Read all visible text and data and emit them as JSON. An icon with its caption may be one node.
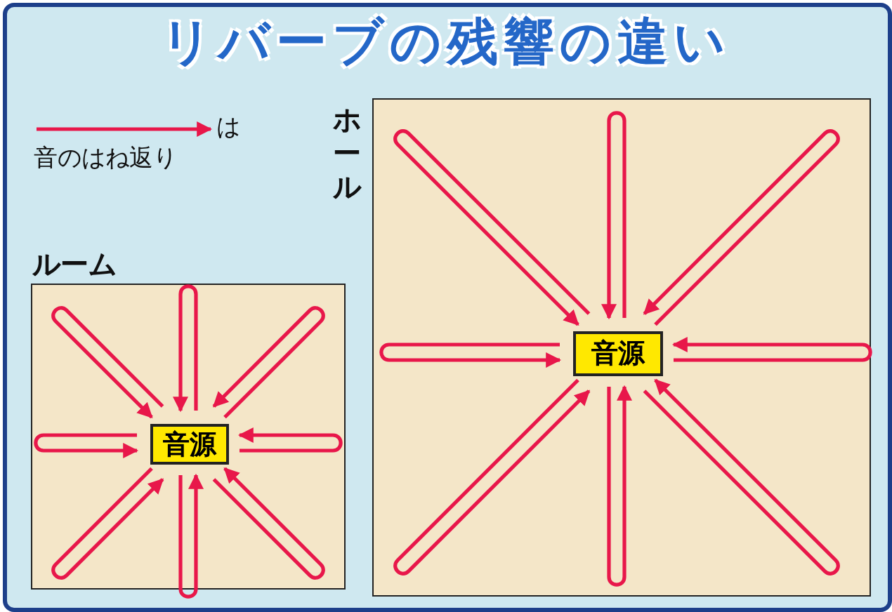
{
  "diagram": {
    "title": "リバーブの残響の違い",
    "nodes": [
      {
        "text": [
          "ルーム"
        ]
      },
      {
        "text": [
          "音源"
        ],
        "in": 0
      },
      {
        "text": [
          "ホール"
        ]
      },
      {
        "text": [
          "音源"
        ],
        "in": 2
      }
    ],
    "edges": [
      {
        "from": 1,
        "to": 1,
        "arrow": "to"
      },
      {
        "from": 1,
        "to": 1,
        "arrow": "to"
      },
      {
        "from": 1,
        "to": 1,
        "arrow": "to"
      },
      {
        "from": 1,
        "to": 1,
        "arrow": "to"
      },
      {
        "from": 1,
        "to": 1,
        "arrow": "to"
      },
      {
        "from": 1,
        "to": 1,
        "arrow": "to"
      },
      {
        "from": 1,
        "to": 1,
        "arrow": "to"
      },
      {
        "from": 1,
        "to": 1,
        "arrow": "to"
      },
      {
        "from": 3,
        "to": 3,
        "arrow": "to"
      },
      {
        "from": 3,
        "to": 3,
        "arrow": "to"
      },
      {
        "from": 3,
        "to": 3,
        "arrow": "to"
      },
      {
        "from": 3,
        "to": 3,
        "arrow": "to"
      },
      {
        "from": 3,
        "to": 3,
        "arrow": "to"
      },
      {
        "from": 3,
        "to": 3,
        "arrow": "to"
      },
      {
        "from": 3,
        "to": 3,
        "arrow": "to"
      },
      {
        "from": 3,
        "to": 3,
        "arrow": "to"
      }
    ],
    "legend": [
      {
        "text": "は音のはね返り"
      }
    ]
  }
}
